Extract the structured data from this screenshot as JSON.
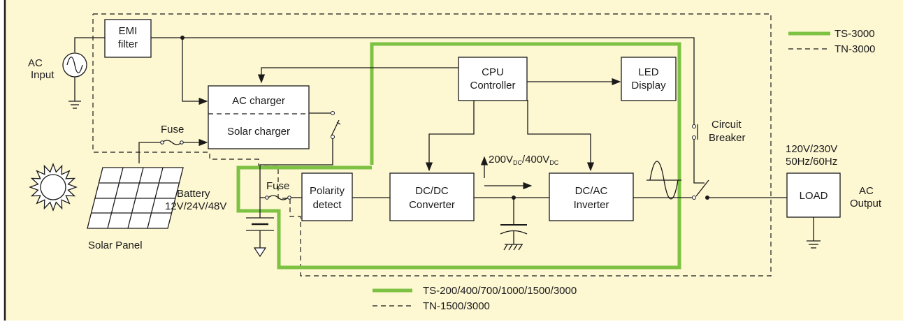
{
  "colors": {
    "background": "#fdf7d2",
    "green_path": "#7dc242",
    "line": "#1a1a1a"
  },
  "legend_top": {
    "ts": "TS-3000",
    "tn": "TN-3000"
  },
  "legend_bottom": {
    "ts": "TS-200/400/700/1000/1500/3000",
    "tn": "TN-1500/3000"
  },
  "labels": {
    "ac_input_1": "AC",
    "ac_input_2": "Input",
    "emi_1": "EMI",
    "emi_2": "filter",
    "ac_charger": "AC charger",
    "solar_charger": "Solar charger",
    "cpu_1": "CPU",
    "cpu_2": "Controller",
    "led_1": "LED",
    "led_2": "Display",
    "circuit_breaker_1": "Circuit",
    "circuit_breaker_2": "Breaker",
    "fuse_top": "Fuse",
    "fuse_battery": "Fuse",
    "battery_1": "Battery",
    "battery_2": "12V/24V/48V",
    "polarity_1": "Polarity",
    "polarity_2": "detect",
    "dcdc_1": "DC/DC",
    "dcdc_2": "Converter",
    "dcac_1": "DC/AC",
    "dcac_2": "Inverter",
    "vdc_a": "200V",
    "vdc_a_sub": "DC",
    "vdc_sep": "/400V",
    "vdc_b_sub": "DC",
    "voltage_out_1": "120V/230V",
    "voltage_out_2": "50Hz/60Hz",
    "load": "LOAD",
    "ac_output_1": "AC",
    "ac_output_2": "Output",
    "solar_panel": "Solar Panel"
  },
  "icons": [
    "sine-source-icon",
    "ground-icon",
    "sun-icon",
    "solar-panel-icon",
    "battery-icon",
    "capacitor-icon",
    "switch-icon",
    "sine-wave-icon"
  ]
}
